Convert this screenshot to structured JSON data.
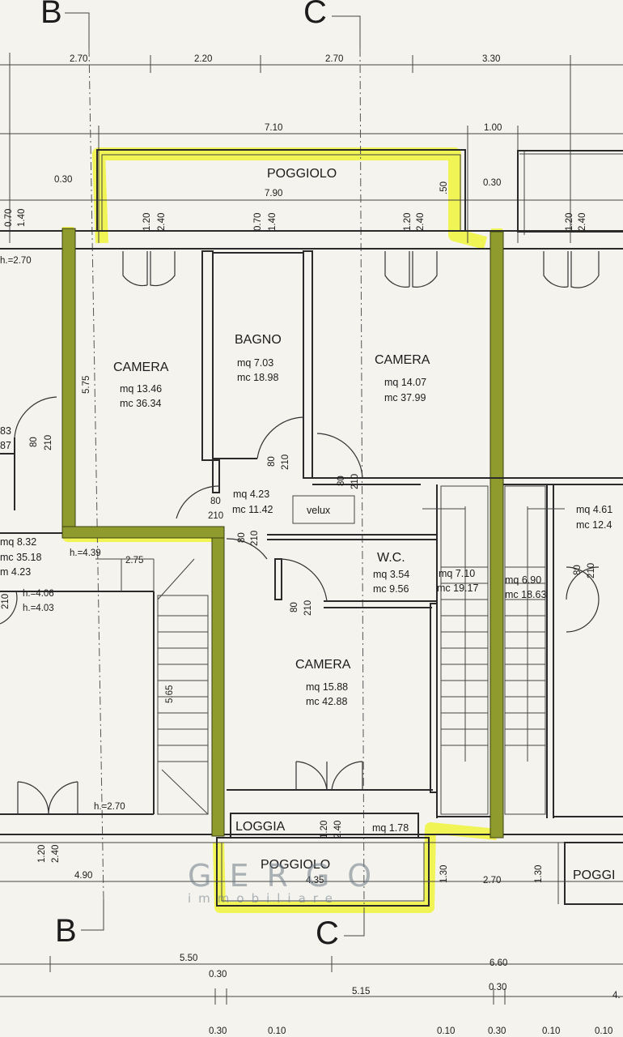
{
  "section_markers": {
    "b": "B",
    "c": "C"
  },
  "top_dims": {
    "d1": "2.70",
    "d2": "2.20",
    "d3": "2.70",
    "d4": "3.30",
    "d5": "7.10",
    "d6": "1.00",
    "d7": "7.90",
    "d8": "0.30",
    "d9": "0.30",
    "d10": ".50"
  },
  "balcony_top": {
    "label": "POGGIOLO"
  },
  "window_dims": {
    "w1a": "0.70",
    "w1b": "1.40",
    "w2a": "1.20",
    "w2b": "2.40",
    "w3a": "0.70",
    "w3b": "1.40",
    "w4a": "1.20",
    "w4b": "2.40",
    "w5a": "1.20",
    "w5b": "2.40"
  },
  "heights": {
    "h1": "h.=2.70",
    "h2": "h.=4.39",
    "h3": "h.=4.06",
    "h4": "h.=4.03",
    "h5": "h.=2.70"
  },
  "rooms": {
    "camera_left": {
      "name": "CAMERA",
      "mq": "mq 13.46",
      "mc": "mc 36.34"
    },
    "bagno": {
      "name": "BAGNO",
      "mq": "mq 7.03",
      "mc": "mc 18.98"
    },
    "camera_right": {
      "name": "CAMERA",
      "mq": "mq 14.07",
      "mc": "mc 37.99"
    },
    "hall": {
      "mq": "mq 4.23",
      "mc": "mc 11.42"
    },
    "wc": {
      "name": "W.C.",
      "mq": "mq 3.54",
      "mc": "mc 9.56"
    },
    "camera_bottom": {
      "name": "CAMERA",
      "mq": "mq 15.88",
      "mc": "mc 42.88"
    },
    "stair_center": {
      "mq": "mq 7.10",
      "mc": "mc 19.17"
    },
    "stair_right": {
      "mq": "mq 6.90",
      "mc": "mc 18.63"
    },
    "neighbor_right": {
      "mq": "mq 4.61",
      "mc": "mc 12.4"
    },
    "neighbor_left": {
      "mq": "mq 8.32",
      "mc": "mc 35.18",
      "mq2": "m 4.23",
      "a": "83",
      "b": "87"
    }
  },
  "velux": "velux",
  "doors": {
    "d80": "80",
    "d210": "210"
  },
  "interior_dims": {
    "v575": "5.75",
    "v565": "5.65",
    "h275": "2.75"
  },
  "loggia": {
    "label": "LOGGIA",
    "mq": "mq 1.78",
    "w": "1.20",
    "h": "2.40"
  },
  "balcony_bottom": {
    "label": "POGGIOLO",
    "width": "4.35",
    "depth": "1.30"
  },
  "bottom_dims": {
    "b1": "4.90",
    "b2": "2.70",
    "b3": "1.30",
    "b4": "5.50",
    "b5": "6.60",
    "b6": "0.30",
    "b7": "5.15",
    "b8": "0.30",
    "b9": "0.30",
    "b10": "0.10",
    "b11": "0.10",
    "b12": "0.30",
    "b13": "0.10",
    "b14": "0.10",
    "b15": "4.",
    "b16": "1.20",
    "b17": "2.40"
  },
  "neighbor_balcony": "POGGI",
  "watermark": {
    "line1": "GERGO",
    "line2": "immobiliare"
  },
  "colors": {
    "highlight": "#eef53a",
    "wall_fill": "#8f9b2c",
    "paper": "#f4f3ee"
  }
}
